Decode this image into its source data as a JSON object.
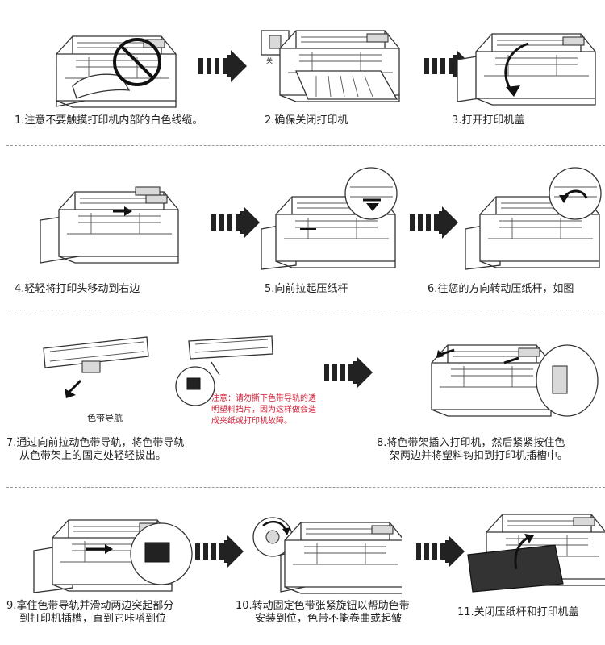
{
  "steps": [
    {
      "text": "1.注意不要触摸打印机内部的白色线缆。"
    },
    {
      "text": "2.确保关闭打印机"
    },
    {
      "text": "3.打开打印机盖"
    },
    {
      "text": "4.轻轻将打印头移动到右边"
    },
    {
      "text": "5.向前拉起压纸杆"
    },
    {
      "text": "6.往您的方向转动压纸杆，如图"
    },
    {
      "line1": "7.通过向前拉动色带导轨，将色带导轨",
      "line2": "从色带架上的固定处轻轻拔出。"
    },
    {
      "line1": "8.将色带架插入打印机，然后紧紧按住色",
      "line2": "架两边并将塑料钩扣到打印机插槽中。"
    },
    {
      "line1": "9.拿住色带导轨并滑动两边突起部分",
      "line2": "到打印机插槽，直到它咔嗒到位"
    },
    {
      "line1": "10.转动固定色带张紧旋钮以帮助色带",
      "line2": "安装到位，色带不能卷曲或起皱"
    },
    {
      "text": "11.关闭压纸杆和打印机盖"
    }
  ],
  "labels": {
    "ribbon_guide": "色带导航",
    "off_switch": "关"
  },
  "warning": {
    "line1": "注意：请勿撕下色带导轨的透",
    "line2": "明塑料挡片，因为这样做会造",
    "line3": "成夹纸或打印机故障。"
  },
  "colors": {
    "warning_text": "#d2233a",
    "arrow": "#222222",
    "divider": "#9a9a9a"
  }
}
